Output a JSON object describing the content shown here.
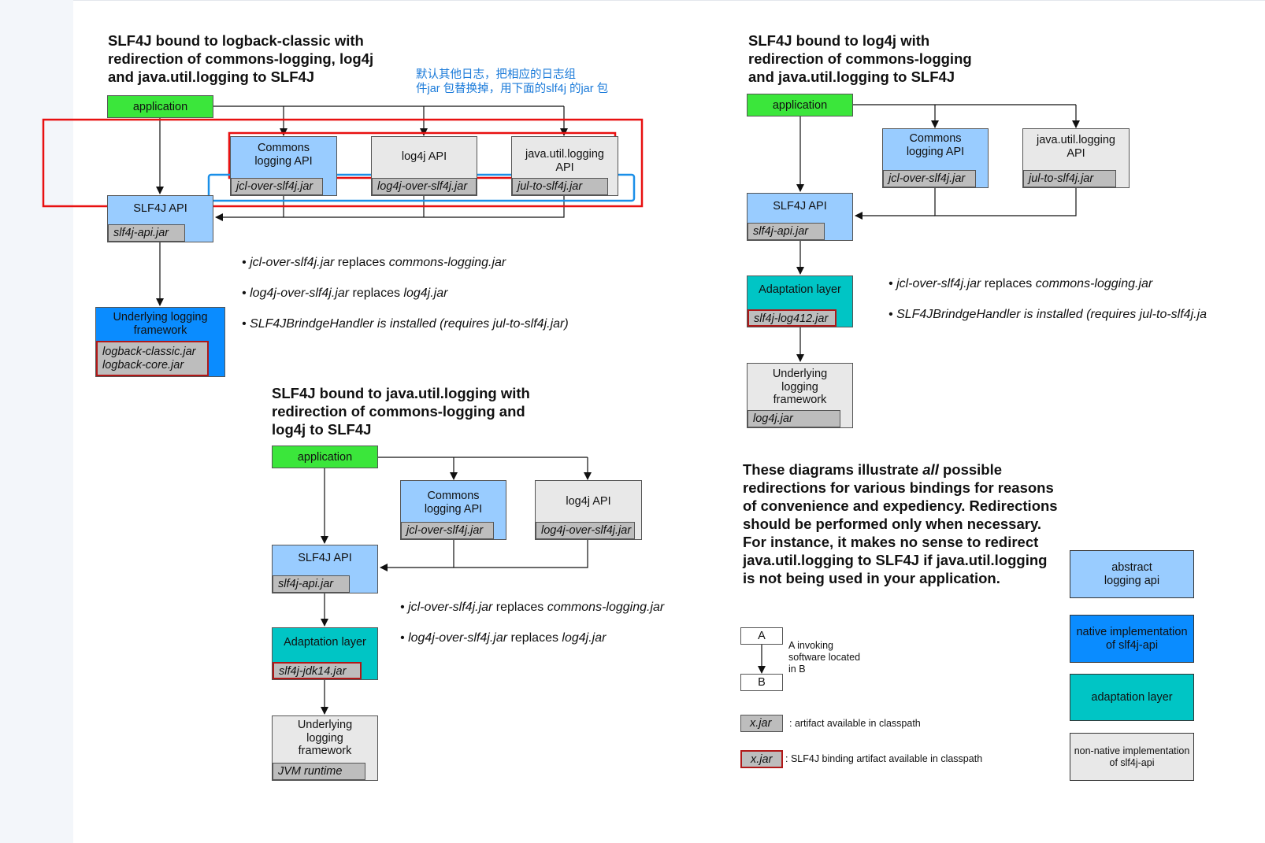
{
  "colors": {
    "application": "#3be63b",
    "abstract_api": "#99ccff",
    "native_impl": "#0a8cff",
    "adaptation": "#00c5c5",
    "non_native": "#e8e8e8",
    "artifact_jar": "#bdbdbd",
    "binding_border": "#b01818",
    "highlight_red": "#e81010",
    "highlight_blue": "#1a8fe8"
  },
  "d1": {
    "title": "SLF4J bound to logback-classic with\nredirection of commons-logging, log4j\nand java.util.logging to SLF4J",
    "chinese_note": "默认其他日志，把相应的日志组\n件jar 包替换掉，用下面的slf4j 的jar 包",
    "application": "application",
    "commons": {
      "label": "Commons\nlogging API",
      "jar": "jcl-over-slf4j.jar"
    },
    "log4j": {
      "label": "log4j API",
      "jar": "log4j-over-slf4j.jar"
    },
    "jul": {
      "label": "java.util.logging\nAPI",
      "jar": "jul-to-slf4j.jar"
    },
    "slf4j": {
      "label": "SLF4J API",
      "jar": "slf4j-api.jar"
    },
    "underlying": {
      "label": "Underlying logging\nframework",
      "jar": "logback-classic.jar\nlogback-core.jar"
    },
    "notes": [
      "jcl-over-slf4j.jar",
      " replaces ",
      "commons-logging.jar",
      "log4j-over-slf4j.jar",
      " replaces ",
      "log4j.jar",
      "SLF4JBrindgeHandler is installed (requires jul-to-slf4j.jar)"
    ],
    "bullet": "•"
  },
  "d2": {
    "title": "SLF4J bound to log4j with\nredirection of commons-logging\nand java.util.logging to SLF4J",
    "application": "application",
    "commons": {
      "label": "Commons\nlogging API",
      "jar": "jcl-over-slf4j.jar"
    },
    "jul": {
      "label": "java.util.logging\nAPI",
      "jar": "jul-to-slf4j.jar"
    },
    "slf4j": {
      "label": "SLF4J API",
      "jar": "slf4j-api.jar"
    },
    "adaptation": {
      "label": "Adaptation layer",
      "jar": "slf4j-log412.jar"
    },
    "underlying": {
      "label": "Underlying\nlogging\nframework",
      "jar": "log4j.jar"
    },
    "notes": [
      "jcl-over-slf4j.jar",
      " replaces ",
      "commons-logging.jar",
      "SLF4JBrindgeHandler is installed (requires jul-to-slf4j.ja"
    ]
  },
  "d3": {
    "title": "SLF4J bound to java.util.logging with\nredirection of commons-logging and\nlog4j to SLF4J",
    "application": "application",
    "commons": {
      "label": "Commons\nlogging API",
      "jar": "jcl-over-slf4j.jar"
    },
    "log4j": {
      "label": "log4j API",
      "jar": "log4j-over-slf4j.jar"
    },
    "slf4j": {
      "label": "SLF4J API",
      "jar": "slf4j-api.jar"
    },
    "adaptation": {
      "label": "Adaptation layer",
      "jar": "slf4j-jdk14.jar"
    },
    "underlying": {
      "label": "Underlying\nlogging\nframework",
      "jar": "JVM runtime"
    },
    "notes": [
      "jcl-over-slf4j.jar",
      " replaces ",
      "commons-logging.jar",
      "log4j-over-slf4j.jar",
      " replaces ",
      "log4j.jar"
    ]
  },
  "explanation": {
    "pre": "These diagrams illustrate ",
    "em": "all",
    "post": " possible redirections for various bindings for reasons of convenience and expediency. Redirections should be performed only when necessary. For instance, it makes no sense to redirect java.util.logging to SLF4J if java.util.logging is not being used in your application."
  },
  "legend": {
    "a": "A",
    "b": "B",
    "invoke_text": "A invoking\nsoftware located\nin B",
    "xjar": "x.jar",
    "artifact_text": ": artifact available in classpath",
    "binding_text": ": SLF4J binding artifact available in classpath",
    "abstract": "abstract\nlogging api",
    "native": "native implementation\nof slf4j-api",
    "adaptation": "adaptation layer",
    "non_native": "non-native implementation\nof slf4j-api"
  }
}
